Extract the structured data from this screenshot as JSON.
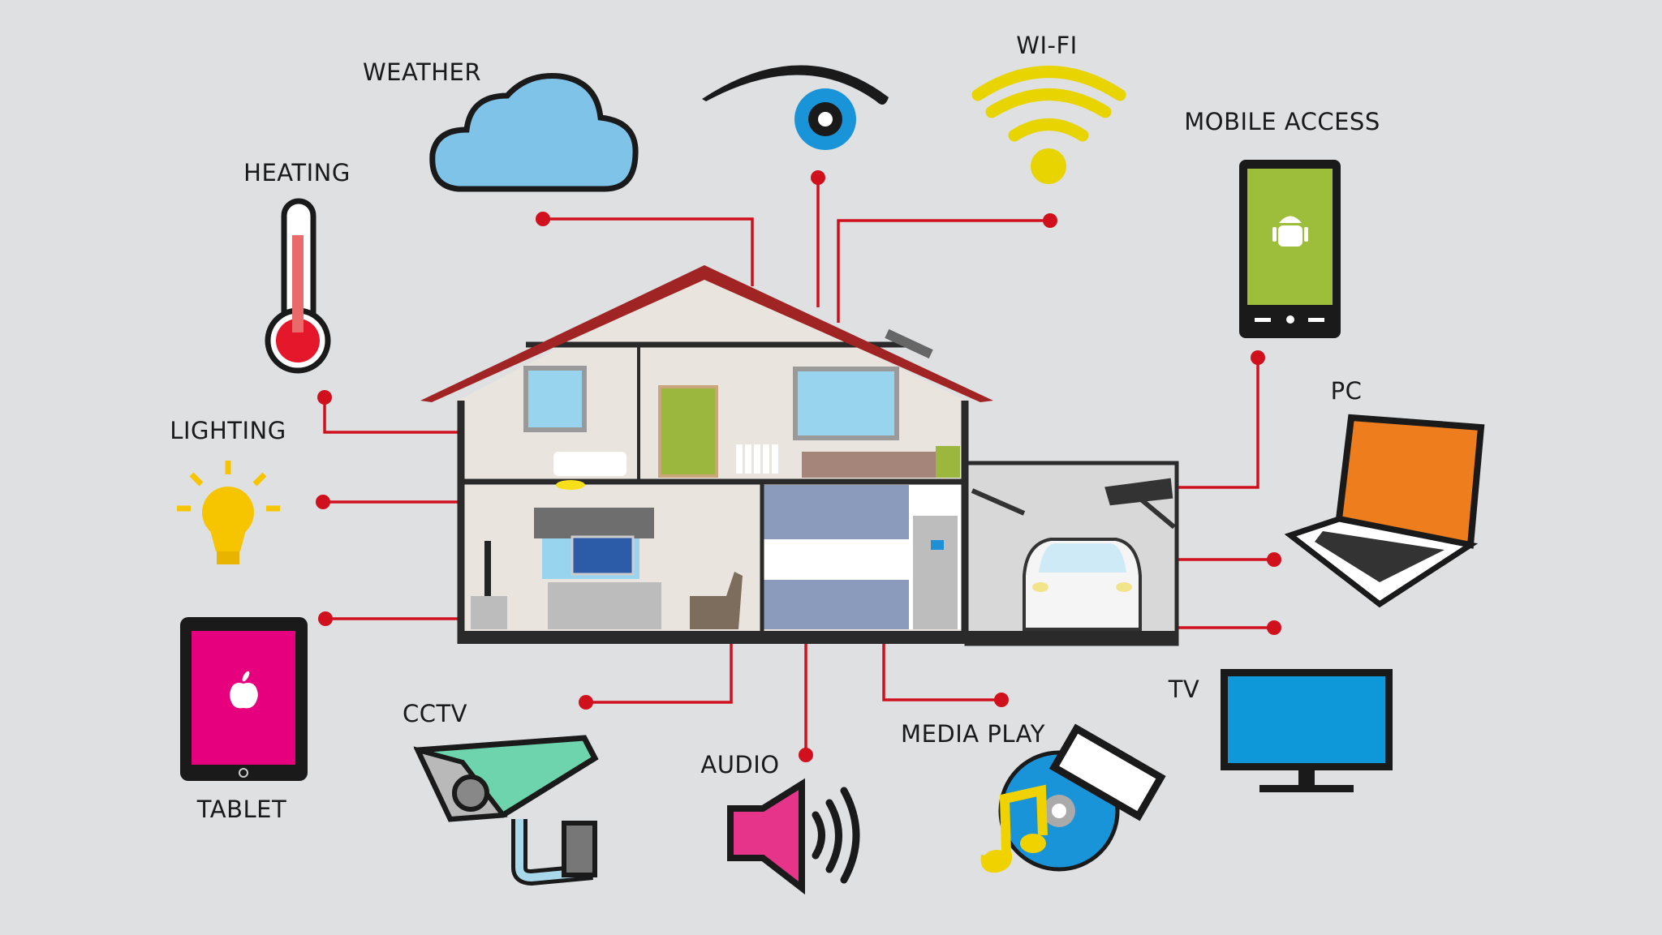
{
  "labels": {
    "weather": "WEATHER",
    "wifi": "WI-FI",
    "mobile": "MOBILE ACCESS",
    "heating": "HEATING",
    "lighting": "LIGHTING",
    "pc": "PC",
    "tv": "TV",
    "tablet": "TABLET",
    "cctv": "CCTV",
    "audio": "AUDIO",
    "media": "MEDIA PLAY"
  },
  "colors": {
    "background": "#dfe0e2",
    "connector": "#d0101c",
    "roof": "#a02424",
    "wall": "#2a2a2a"
  },
  "icons": [
    "weather-cloud-icon",
    "eye-icon",
    "wifi-icon",
    "mobile-android-icon",
    "thermometer-icon",
    "lightbulb-icon",
    "laptop-icon",
    "tv-icon",
    "tablet-apple-icon",
    "cctv-camera-icon",
    "speaker-icon",
    "media-disc-film-icon"
  ]
}
